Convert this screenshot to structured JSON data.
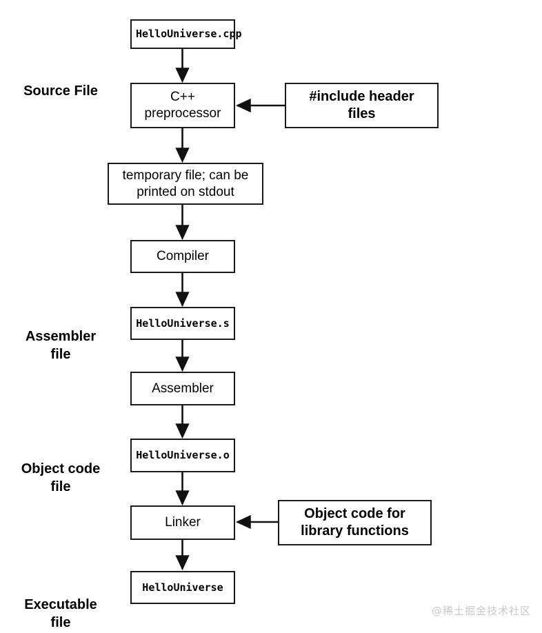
{
  "diagram": {
    "title": "C++ compilation pipeline",
    "stroke_color": "#1a1a1a",
    "background": "#ffffff",
    "watermark": "@稀土掘金技术社区"
  },
  "stage_labels": [
    {
      "id": "source-file",
      "text": "Source File"
    },
    {
      "id": "assembler-file",
      "text": "Assembler\nfile"
    },
    {
      "id": "object-code-file",
      "text": "Object code\nfile"
    },
    {
      "id": "executable-file",
      "text": "Executable\nfile"
    }
  ],
  "nodes": [
    {
      "id": "hellouniverse-cpp",
      "text": "HelloUniverse.cpp"
    },
    {
      "id": "cpp-preprocessor",
      "text": "C++\npreprocessor"
    },
    {
      "id": "include-header-files",
      "text": "#include header\nfiles"
    },
    {
      "id": "temporary-file",
      "text": "temporary file; can be\nprinted on stdout"
    },
    {
      "id": "compiler",
      "text": "Compiler"
    },
    {
      "id": "hellouniverse-s",
      "text": "HelloUniverse.s"
    },
    {
      "id": "assembler",
      "text": "Assembler"
    },
    {
      "id": "hellouniverse-o",
      "text": "HelloUniverse.o"
    },
    {
      "id": "linker",
      "text": "Linker"
    },
    {
      "id": "object-code-library",
      "text": "Object code for\nlibrary functions"
    },
    {
      "id": "hellouniverse",
      "text": "HelloUniverse"
    }
  ],
  "edges": [
    {
      "from": "hellouniverse-cpp",
      "to": "cpp-preprocessor",
      "direction": "down"
    },
    {
      "from": "include-header-files",
      "to": "cpp-preprocessor",
      "direction": "left"
    },
    {
      "from": "cpp-preprocessor",
      "to": "temporary-file",
      "direction": "down"
    },
    {
      "from": "temporary-file",
      "to": "compiler",
      "direction": "down"
    },
    {
      "from": "compiler",
      "to": "hellouniverse-s",
      "direction": "down"
    },
    {
      "from": "hellouniverse-s",
      "to": "assembler",
      "direction": "down"
    },
    {
      "from": "assembler",
      "to": "hellouniverse-o",
      "direction": "down"
    },
    {
      "from": "hellouniverse-o",
      "to": "linker",
      "direction": "down"
    },
    {
      "from": "object-code-library",
      "to": "linker",
      "direction": "left"
    },
    {
      "from": "linker",
      "to": "hellouniverse",
      "direction": "down"
    }
  ]
}
